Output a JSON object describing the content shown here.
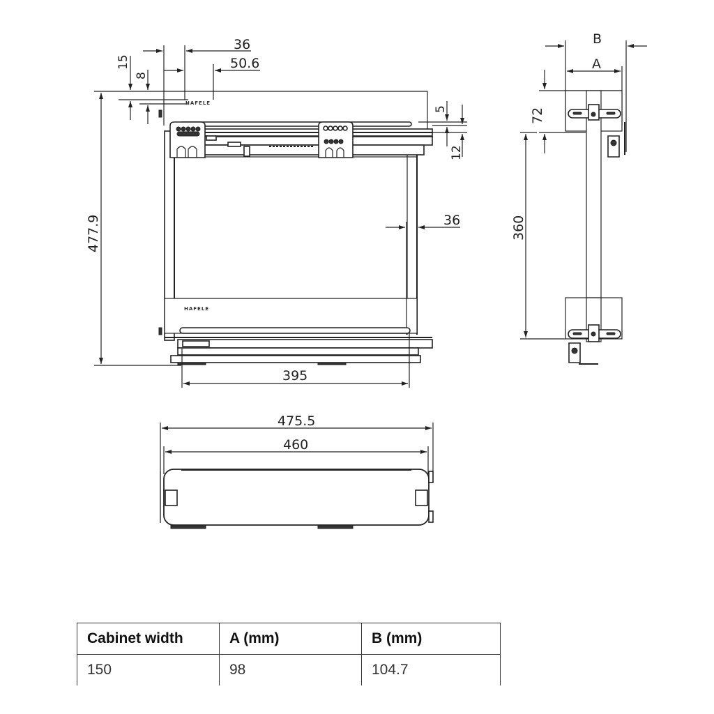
{
  "drawing": {
    "brand_label": "HAFELE",
    "front_view": {
      "dimensions": {
        "top_offset_36": "36",
        "top_offset_50_6": "50.6",
        "vertical_15": "15",
        "vertical_8": "8",
        "vertical_5": "5",
        "vertical_12": "12",
        "overall_height": "477.9",
        "inner_offset_36": "36",
        "bottom_width": "395"
      }
    },
    "side_view": {
      "dimensions": {
        "width_B": "B",
        "width_A": "A",
        "top_72": "72",
        "height_360": "360"
      }
    },
    "bottom_view": {
      "dimensions": {
        "outer_width": "475.5",
        "inner_width": "460"
      }
    }
  },
  "table": {
    "headers": [
      "Cabinet width",
      "A (mm)",
      "B (mm)"
    ],
    "rows": [
      [
        "150",
        "98",
        "104.7"
      ]
    ]
  }
}
